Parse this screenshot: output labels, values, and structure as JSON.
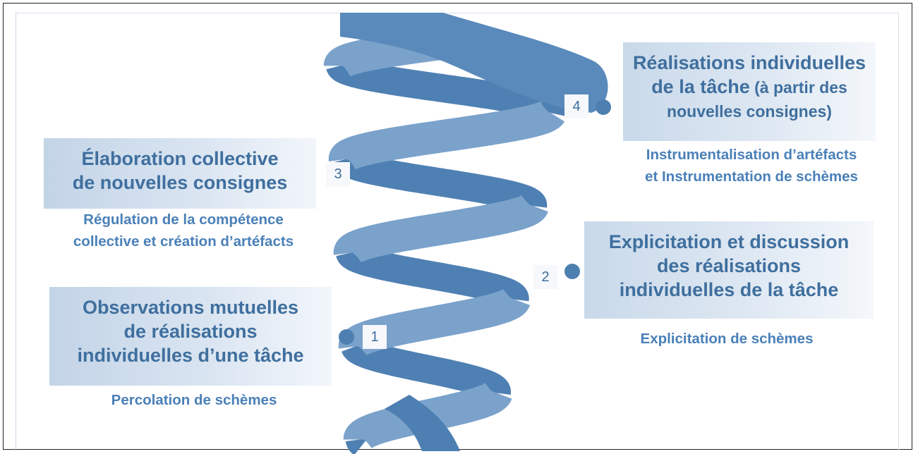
{
  "stages": [
    {
      "number": "1",
      "title_lines": [
        "Observations mutuelles",
        "de réalisations",
        "individuelles d’une tâche"
      ],
      "subtitle_lines": [
        "Percolation de schèmes"
      ]
    },
    {
      "number": "2",
      "title_lines": [
        "Explicitation et discussion",
        "des réalisations",
        "individuelles de la tâche"
      ],
      "subtitle_lines": [
        "Explicitation de schèmes"
      ]
    },
    {
      "number": "3",
      "title_lines": [
        "Élaboration collective",
        "de nouvelles consignes"
      ],
      "subtitle_lines": [
        "Régulation de la compétence",
        "collective et création d’artéfacts"
      ]
    },
    {
      "number": "4",
      "title_lines": [
        "Réalisations individuelles",
        "de la tâche",
        " (à partir des",
        "nouvelles consignes)"
      ],
      "subtitle_lines": [
        "Instrumentalisation d’artéfacts",
        "et Instrumentation de schèmes"
      ]
    }
  ],
  "colors": {
    "spiral_front": "#7aa2cb",
    "spiral_back": "#4f80b3",
    "text": "#3f6f9e",
    "subtitle": "#4a80b8"
  }
}
